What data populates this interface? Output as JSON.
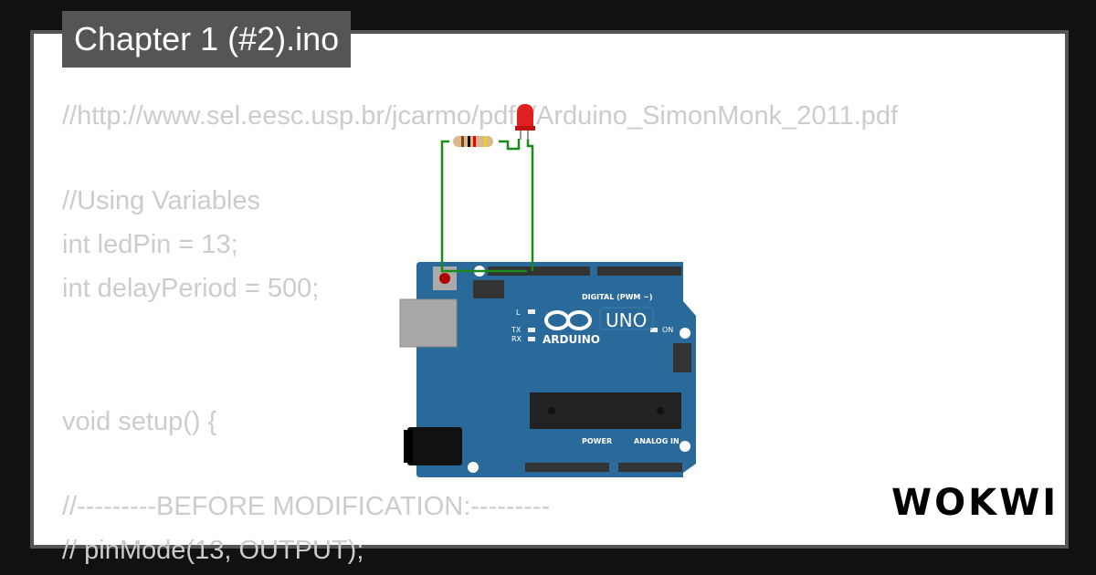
{
  "title": "Chapter 1 (#2).ino",
  "code_lines": [
    "//http://www.sel.eesc.usp.br/jcarmo/pdfs/Arduino_SimonMonk_2011.pdf",
    "",
    "//Using Variables",
    "int ledPin = 13;",
    "int delayPeriod = 500;",
    "",
    "",
    "void setup() {",
    "",
    "//---------BEFORE MODIFICATION:---------",
    "// pinMode(13, OUTPUT);"
  ],
  "board": {
    "brand": "ARDUINO",
    "model": "UNO",
    "digital_label": "DIGITAL (PWM ~)",
    "power_label": "POWER",
    "analog_label": "ANALOG IN",
    "on_label": "ON",
    "led_labels": [
      "L",
      "TX",
      "RX"
    ],
    "board_color": "#2a6a9a"
  },
  "colors": {
    "wire": "#1a8a1a",
    "led": "#e02020",
    "background": "#111111",
    "frame": "#555555"
  },
  "logo": "WOKWI"
}
